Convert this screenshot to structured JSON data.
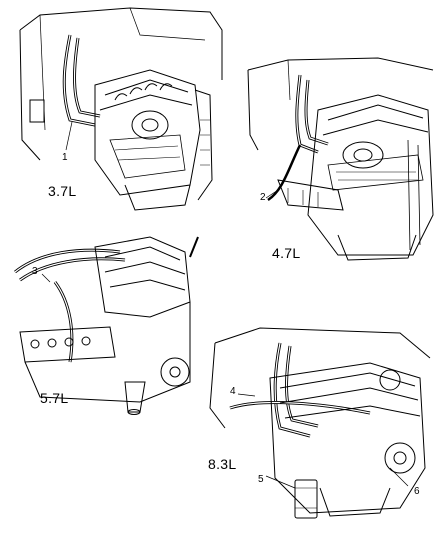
{
  "diagram": {
    "panels": [
      {
        "id": "engine-37",
        "engine_label": "3.7L",
        "callouts": [
          "1"
        ]
      },
      {
        "id": "engine-47",
        "engine_label": "4.7L",
        "callouts": [
          "2"
        ]
      },
      {
        "id": "engine-57",
        "engine_label": "5.7L",
        "callouts": [
          "3"
        ]
      },
      {
        "id": "engine-83",
        "engine_label": "8.3L",
        "callouts": [
          "4",
          "5",
          "6"
        ]
      }
    ]
  },
  "colors": {
    "line": "#000000",
    "background": "#ffffff"
  }
}
